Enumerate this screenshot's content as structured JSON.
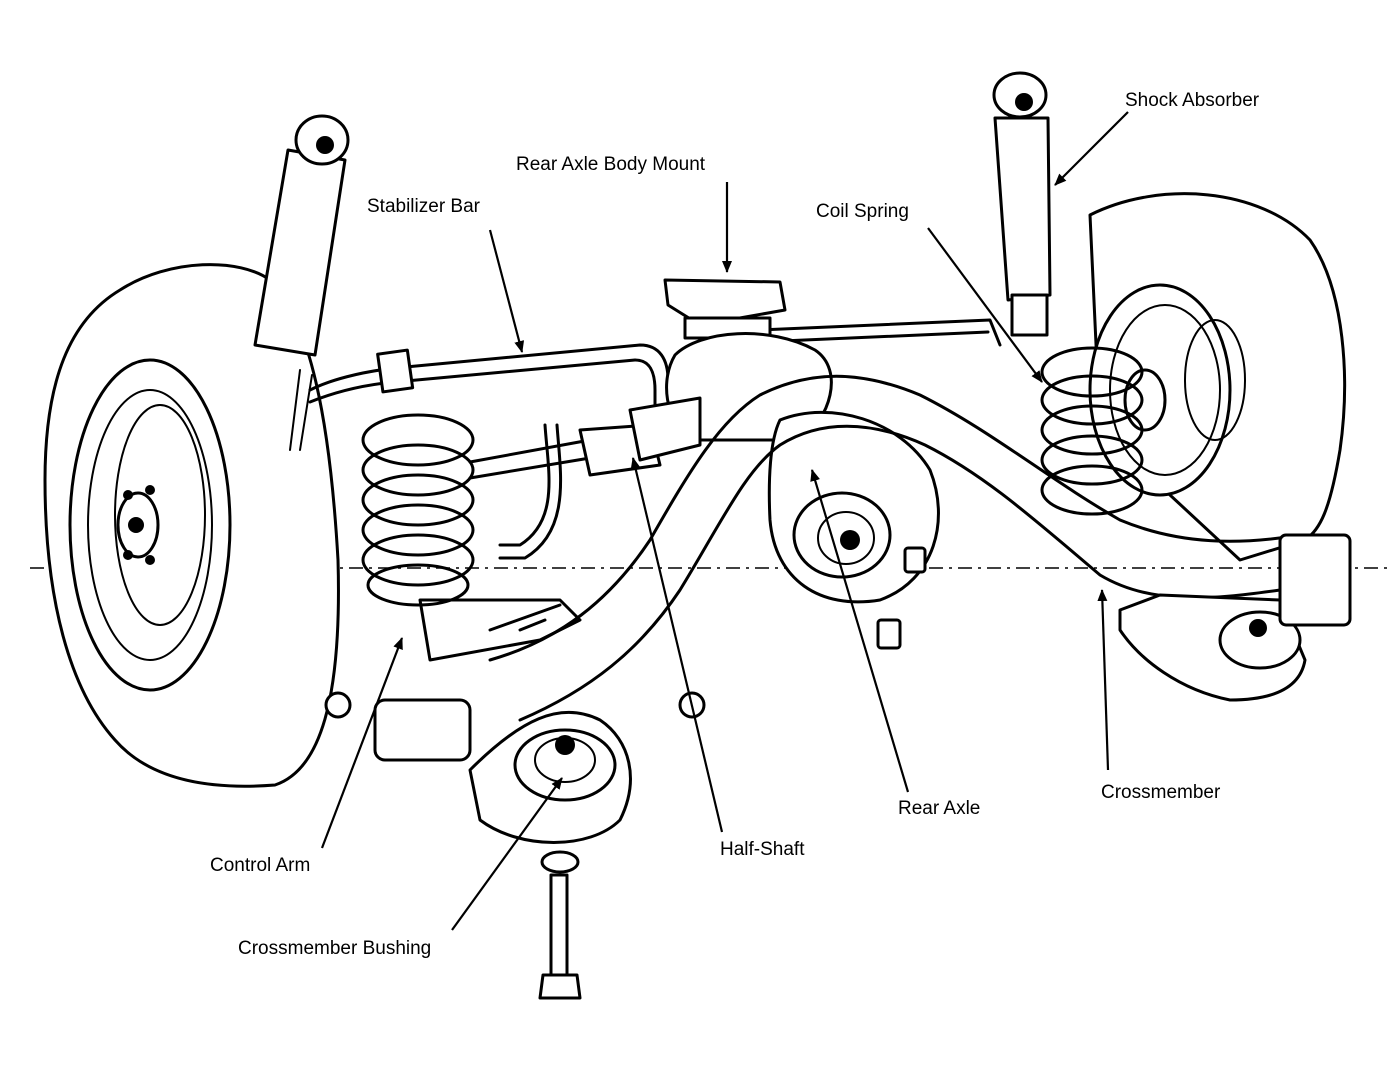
{
  "diagram": {
    "labels": {
      "shock_absorber": "Shock Absorber",
      "rear_axle_body_mount": "Rear Axle Body Mount",
      "stabilizer_bar": "Stabilizer Bar",
      "coil_spring": "Coil Spring",
      "control_arm": "Control Arm",
      "crossmember_bushing": "Crossmember Bushing",
      "half_shaft": "Half-Shaft",
      "rear_axle": "Rear Axle",
      "crossmember": "Crossmember"
    },
    "colors": {
      "ink": "#000000",
      "paper": "#ffffff"
    }
  }
}
